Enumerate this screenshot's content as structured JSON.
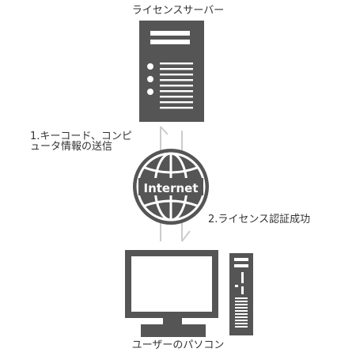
{
  "labels": {
    "server": "ライセンスサーバー",
    "pc": "ユーザーのパソコン",
    "internet": "Internet",
    "step1": "1.キーコード、コンピュータ情報の送信",
    "step2": "2.ライセンス認証成功"
  },
  "icons": [
    "server-icon",
    "globe-icon",
    "monitor-icon",
    "tower-pc-icon",
    "arrow-up-icon",
    "arrow-down-icon"
  ],
  "colors": {
    "device": "#555555",
    "arrow": "#cccccc",
    "text": "#333333"
  }
}
